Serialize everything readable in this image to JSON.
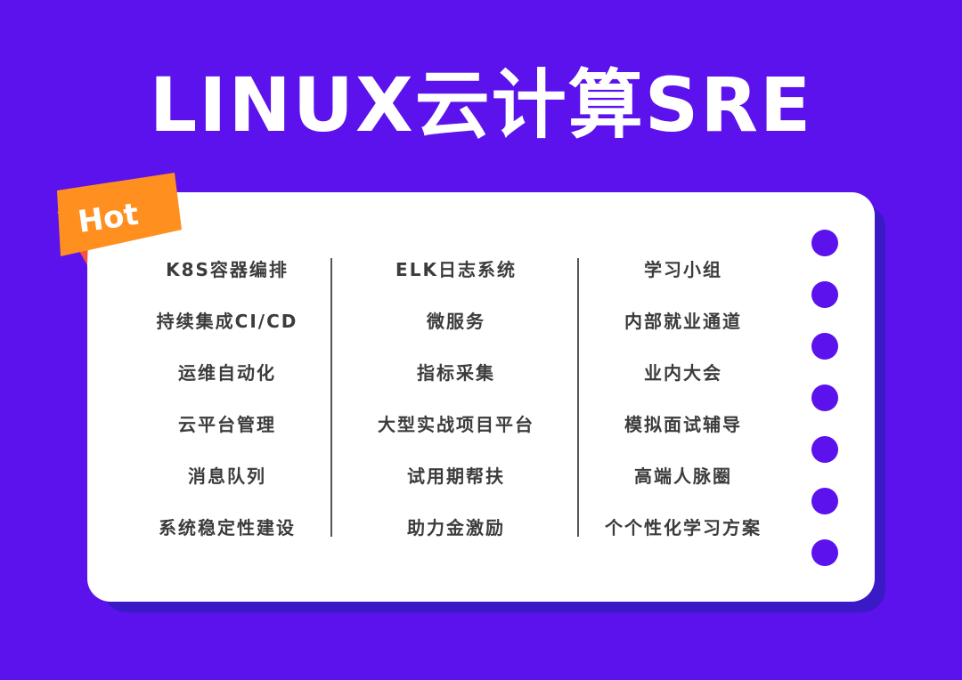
{
  "title": "LINUX云计算SRE",
  "badge": {
    "label": "Hot"
  },
  "columns": [
    {
      "items": [
        "K8S容器编排",
        "持续集成CI/CD",
        "运维自动化",
        "云平台管理",
        "消息队列",
        "系统稳定性建设"
      ]
    },
    {
      "items": [
        "ELK日志系统",
        "微服务",
        "指标采集",
        "大型实战项目平台",
        "试用期帮扶",
        "助力金激励"
      ]
    },
    {
      "items": [
        "学习小组",
        "内部就业通道",
        "业内大会",
        "模拟面试辅导",
        "高端人脉圈",
        "个个性化学习方案"
      ]
    }
  ],
  "colors": {
    "background": "#5b12ec",
    "card": "#ffffff",
    "card_shadow": "#3a19c7",
    "badge_orange": "#ff8f1f",
    "badge_red": "#f4553a",
    "text": "#3c3c3c"
  },
  "dots": {
    "count": 7
  }
}
